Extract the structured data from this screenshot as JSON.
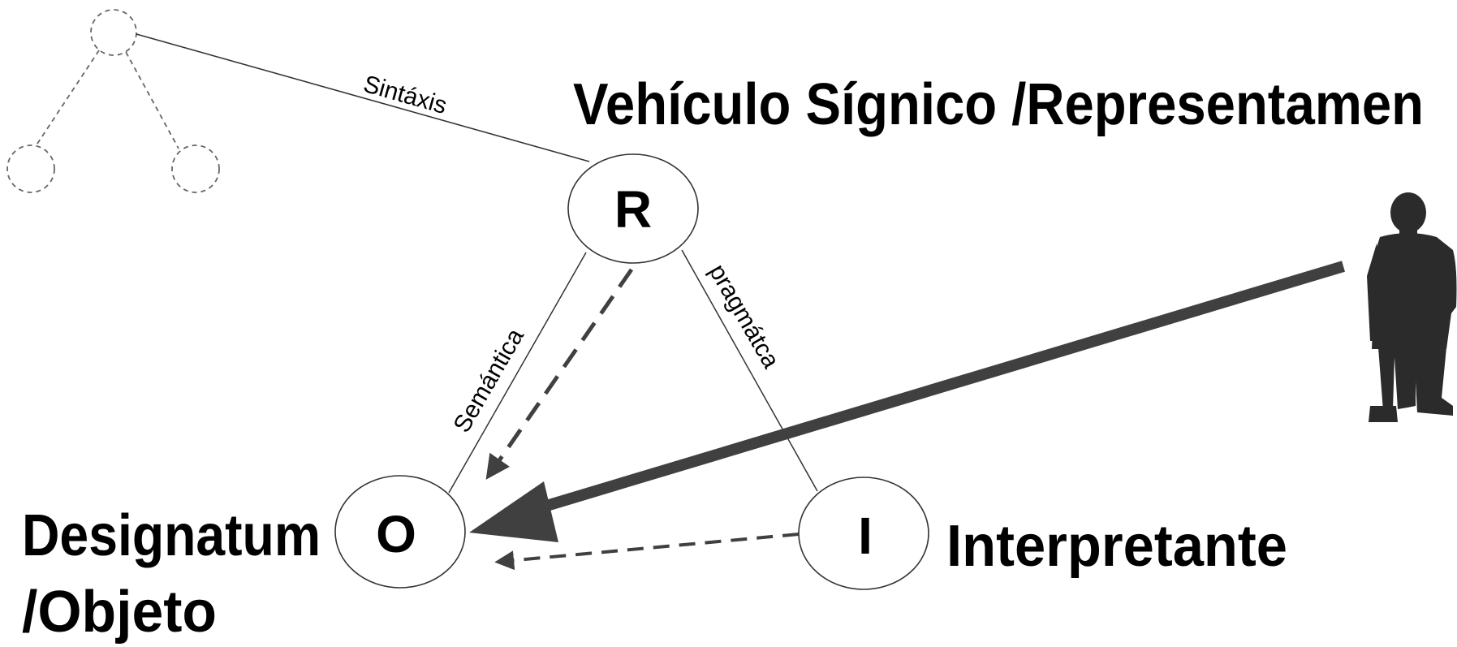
{
  "nodes": {
    "r": "R",
    "o": "O",
    "i": "I"
  },
  "titles": {
    "representamen": "Vehículo Sígnico /Representamen",
    "designatum_line1": "Designatum",
    "designatum_line2": "/Objeto",
    "interpretante": "Interpretante"
  },
  "edge_labels": {
    "sintaxis": "Sintáxis",
    "semantica": "Semántica",
    "pragmatica": "pragmátca"
  },
  "colors": {
    "outline": "#333333",
    "arrow": "#404040",
    "dashed_tree": "#666666",
    "person": "#2b2b2b"
  },
  "icons": {
    "person": "person-silhouette-icon"
  }
}
